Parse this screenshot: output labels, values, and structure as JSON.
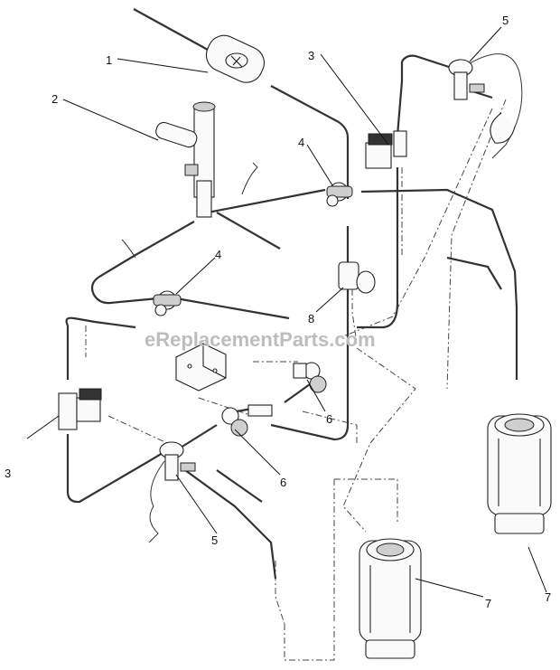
{
  "watermark": "eReplacementParts.com",
  "callouts": [
    {
      "id": "c1",
      "label": "1"
    },
    {
      "id": "c2",
      "label": "2"
    },
    {
      "id": "c3a",
      "label": "3"
    },
    {
      "id": "c3b",
      "label": "3"
    },
    {
      "id": "c4a",
      "label": "4"
    },
    {
      "id": "c4b",
      "label": "4"
    },
    {
      "id": "c5a",
      "label": "5"
    },
    {
      "id": "c5b",
      "label": "5"
    },
    {
      "id": "c6a",
      "label": "6"
    },
    {
      "id": "c6b",
      "label": "6"
    },
    {
      "id": "c7a",
      "label": "7"
    },
    {
      "id": "c7b",
      "label": "7"
    },
    {
      "id": "c8",
      "label": "8"
    }
  ]
}
